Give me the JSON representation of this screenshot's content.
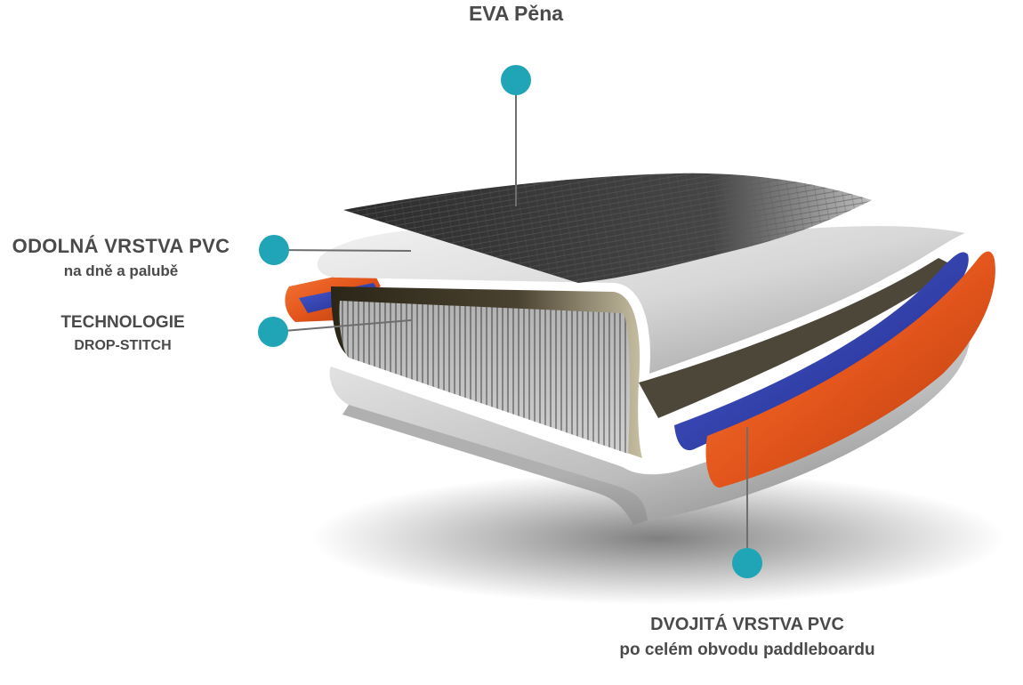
{
  "labels": {
    "eva": {
      "title": "EVA Pěna"
    },
    "pvc_layer": {
      "title": "ODOLNÁ VRSTVA PVC",
      "subtitle": "na dně a palubě"
    },
    "dropstitch": {
      "title": "TECHNOLOGIE",
      "subtitle": "DROP-STITCH"
    },
    "double_pvc": {
      "title": "DVOJITÁ VRSTVA PVC",
      "subtitle": "po celém obvodu paddleboardu"
    }
  },
  "colors": {
    "marker": "#1fa5b5",
    "leader_line": "#6e6e6e",
    "label_text": "#4a4a4a",
    "orange_rail": "#e65e22",
    "blue_rail": "#2f3fae",
    "eva_foam": "#3c3c3c",
    "pvc_skin": "#d9d9d9",
    "dropstitch_core": "#c2c2c2"
  }
}
